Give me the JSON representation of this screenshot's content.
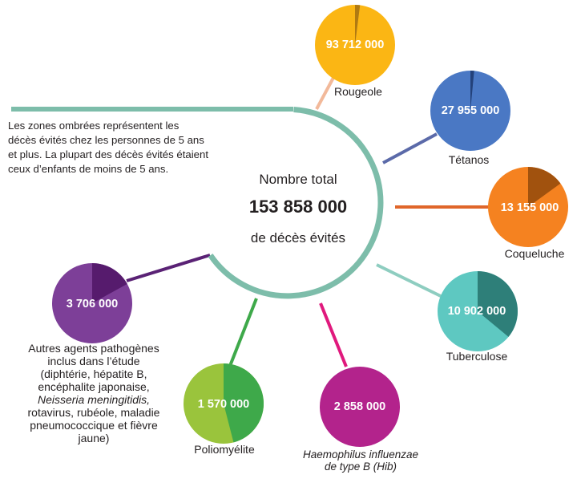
{
  "note": "Les zones ombrées représentent les décès évités chez les personnes de 5 ans et plus. La plupart des décès évités étaient ceux d’enfants de moins de 5 ans.",
  "center": {
    "line1": "Nombre total",
    "total": "153 858 000",
    "line3": "de décès évités"
  },
  "diseases": [
    {
      "id": "rougeole",
      "value": "93 712 000",
      "label": "Rougeole",
      "color": "#fbb614",
      "shade": "#b07a12",
      "shaded_fraction": 0.02
    },
    {
      "id": "tetanos",
      "value": "27 955 000",
      "label": "Tétanos",
      "color": "#4a78c4",
      "shade": "#23417a",
      "shaded_fraction": 0.015
    },
    {
      "id": "coqueluche",
      "value": "13 155 000",
      "label": "Coqueluche",
      "color": "#f58220",
      "shade": "#a1520e",
      "shaded_fraction": 0.15
    },
    {
      "id": "tuberculose",
      "value": "10 902 000",
      "label": "Tuberculose",
      "color": "#5ec8c1",
      "shade": "#2e7f79",
      "shaded_fraction": 0.36
    },
    {
      "id": "hib",
      "value": "2 858 000",
      "label_line1": "Haemophilus influenzae",
      "label_line2": "de type B (Hib)",
      "color": "#b3238c",
      "shade": "#b3238c",
      "shaded_fraction": 0
    },
    {
      "id": "polio",
      "value": "1 570 000",
      "label": "Poliomyélite",
      "color": "#9ac43c",
      "shade": "#3ea94a",
      "shaded_fraction": 0.46
    },
    {
      "id": "autres",
      "value": "3 706 000",
      "label_lines": [
        "Autres agents pathogènes",
        "inclus dans l’étude",
        "(diphtérie, hépatite B,",
        "encéphalite japonaise,",
        "Neisseria meningitidis,",
        "rotavirus, rubéole, maladie",
        "pneumococcique et fièvre",
        "jaune)"
      ],
      "color": "#7d3f98",
      "shade": "#561b6d",
      "shaded_fraction": 0.17
    }
  ],
  "colors": {
    "hub_ring": "#7dbdaa",
    "connector_rougeole": "#f2b99a",
    "connector_tetanos": "#5b6aa9",
    "connector_coqueluche": "#e0662a",
    "connector_tuberculose": "#8ecdc0",
    "connector_hib": "#e0197d",
    "connector_polio": "#3ea94a",
    "connector_autres": "#5a2275"
  }
}
